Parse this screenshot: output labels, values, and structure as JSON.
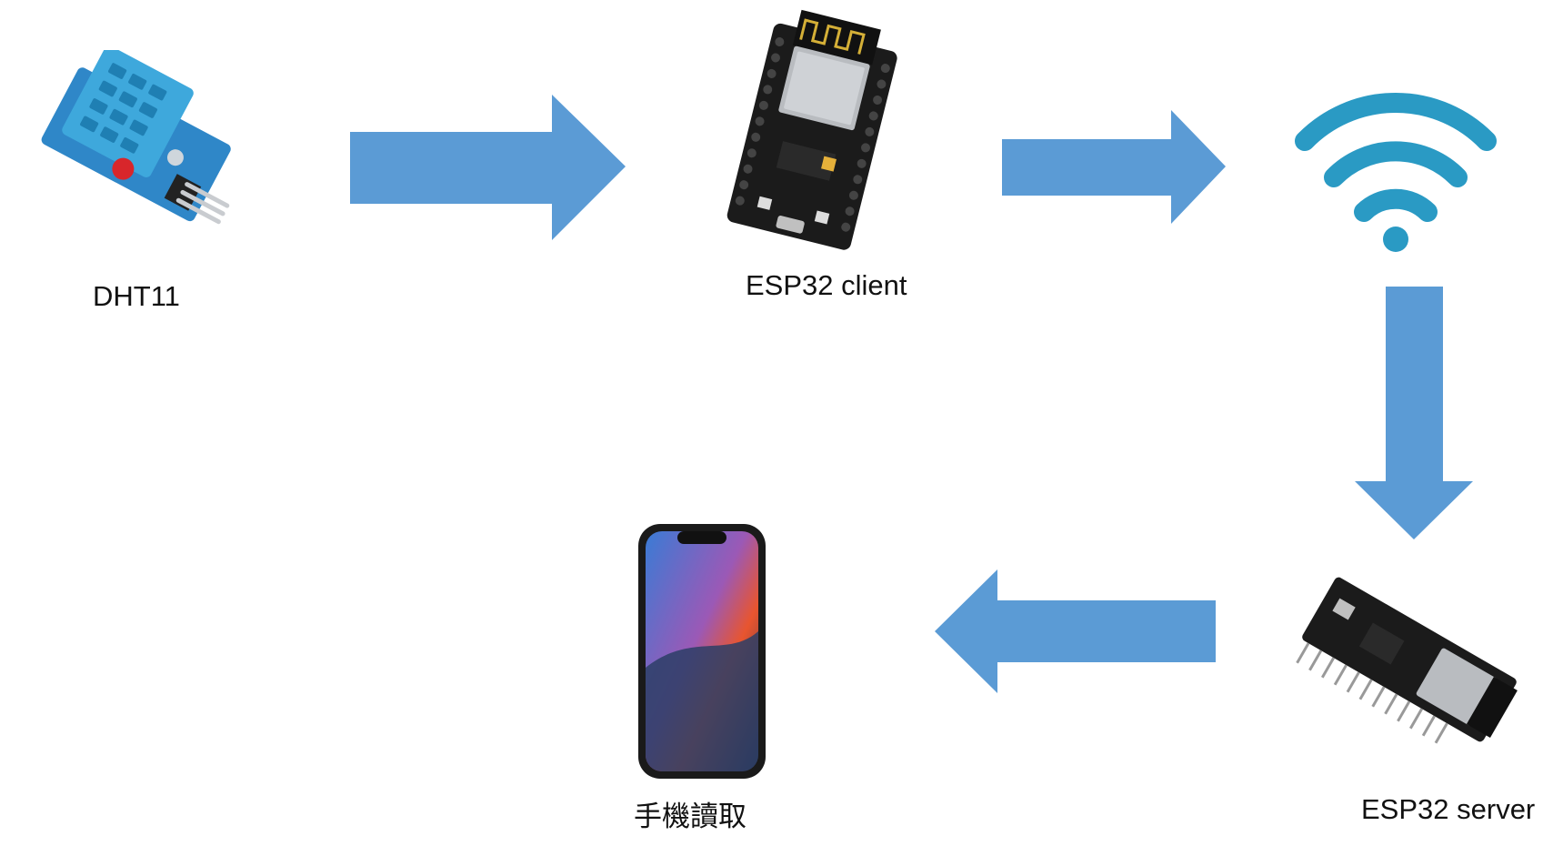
{
  "nodes": {
    "dht11": {
      "label": "DHT11",
      "icon": "dht11-sensor-icon"
    },
    "esp32_client": {
      "label": "ESP32 client",
      "icon": "esp32-board-icon"
    },
    "wifi": {
      "icon": "wifi-icon"
    },
    "esp32_server": {
      "label": "ESP32 server",
      "icon": "esp32-devkit-icon"
    },
    "phone": {
      "label": "手機讀取",
      "icon": "smartphone-icon"
    }
  },
  "colors": {
    "arrow": "#5b9bd5",
    "wifi": "#2a9ac4",
    "sensor": "#3ea8dc",
    "board": "#1b1b1b"
  }
}
